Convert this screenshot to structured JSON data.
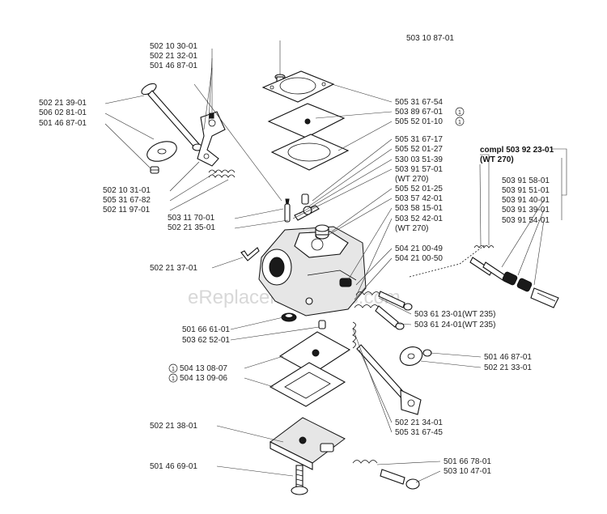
{
  "watermark": "eReplacementParts.com",
  "kit_header": {
    "line1": "compl 503 92 23-01",
    "line2": "(WT 270)"
  },
  "labels": [
    {
      "id": "l01",
      "text": "503 10 87-01"
    },
    {
      "id": "l02",
      "text": "502 10 30-01"
    },
    {
      "id": "l03",
      "text": "502 21 32-01"
    },
    {
      "id": "l04",
      "text": "501 46 87-01"
    },
    {
      "id": "l05",
      "text": "502 21 39-01"
    },
    {
      "id": "l06",
      "text": "506 02 81-01"
    },
    {
      "id": "l07",
      "text": "501 46 87-01"
    },
    {
      "id": "l08",
      "text": "505 31 67-54"
    },
    {
      "id": "l09",
      "text": "503 89 67-01",
      "mark": "1"
    },
    {
      "id": "l10",
      "text": "505 52 01-10",
      "mark": "1"
    },
    {
      "id": "l11",
      "text": "505 31 67-17"
    },
    {
      "id": "l12",
      "text": "505 52 01-27"
    },
    {
      "id": "l13",
      "text": "530 03 51-39"
    },
    {
      "id": "l14",
      "text": "503 91 57-01"
    },
    {
      "id": "l15",
      "text": "(WT 270)"
    },
    {
      "id": "l16",
      "text": "502 10 31-01"
    },
    {
      "id": "l17",
      "text": "505 31 67-82"
    },
    {
      "id": "l18",
      "text": "502 11 97-01"
    },
    {
      "id": "l19",
      "text": "505 52 01-25"
    },
    {
      "id": "l20",
      "text": "503 57 42-01"
    },
    {
      "id": "l21",
      "text": "503 58 15-01"
    },
    {
      "id": "l22",
      "text": "503 52 42-01"
    },
    {
      "id": "l23",
      "text": "(WT 270)"
    },
    {
      "id": "l24",
      "text": "503 11 70-01"
    },
    {
      "id": "l25",
      "text": "502 21 35-01"
    },
    {
      "id": "l26",
      "text": "503 91 58-01"
    },
    {
      "id": "l27",
      "text": "503 91 51-01"
    },
    {
      "id": "l28",
      "text": "503 91 40-01"
    },
    {
      "id": "l29",
      "text": "503 91 39-01"
    },
    {
      "id": "l30",
      "text": "503 91 54-01"
    },
    {
      "id": "l31",
      "text": "504 21 00-49"
    },
    {
      "id": "l32",
      "text": "504 21 00-50"
    },
    {
      "id": "l33",
      "text": "502 21 37-01"
    },
    {
      "id": "l34",
      "text": "503 61 23-01(WT 235)"
    },
    {
      "id": "l35",
      "text": "503 61 24-01(WT 235)"
    },
    {
      "id": "l36",
      "text": "501 66 61-01"
    },
    {
      "id": "l37",
      "text": "503 62 52-01"
    },
    {
      "id": "l38",
      "text": "504 13 08-07",
      "mark": "1"
    },
    {
      "id": "l39",
      "text": "504 13 09-06",
      "mark": "1"
    },
    {
      "id": "l40",
      "text": "501 46 87-01"
    },
    {
      "id": "l41",
      "text": "502 21 33-01"
    },
    {
      "id": "l42",
      "text": "502 21 38-01"
    },
    {
      "id": "l43",
      "text": "502 21 34-01"
    },
    {
      "id": "l44",
      "text": "505 31 67-45"
    },
    {
      "id": "l45",
      "text": "501 46 69-01"
    },
    {
      "id": "l46",
      "text": "501 66 78-01"
    },
    {
      "id": "l47",
      "text": "503 10 47-01"
    }
  ]
}
